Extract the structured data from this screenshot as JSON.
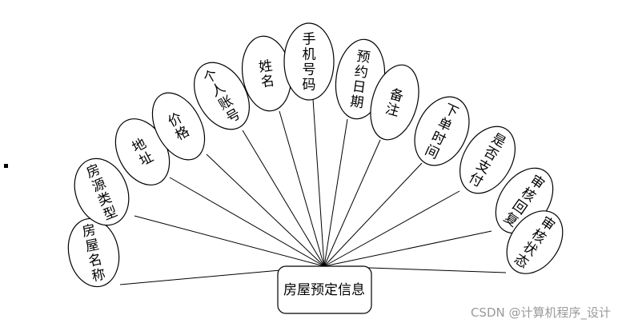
{
  "entity": {
    "label": "房屋预定信息"
  },
  "attributes": [
    {
      "label": "房屋名称"
    },
    {
      "label": "房源类型"
    },
    {
      "label": "地址"
    },
    {
      "label": "价格"
    },
    {
      "label": "个人账号"
    },
    {
      "label": "姓名"
    },
    {
      "label": "手机号码"
    },
    {
      "label": "预约日期"
    },
    {
      "label": "备注"
    },
    {
      "label": "下单时间"
    },
    {
      "label": "是否支付"
    },
    {
      "label": "审核回复"
    },
    {
      "label": "审核状态"
    }
  ],
  "watermark": "CSDN @计算机程序_设计"
}
